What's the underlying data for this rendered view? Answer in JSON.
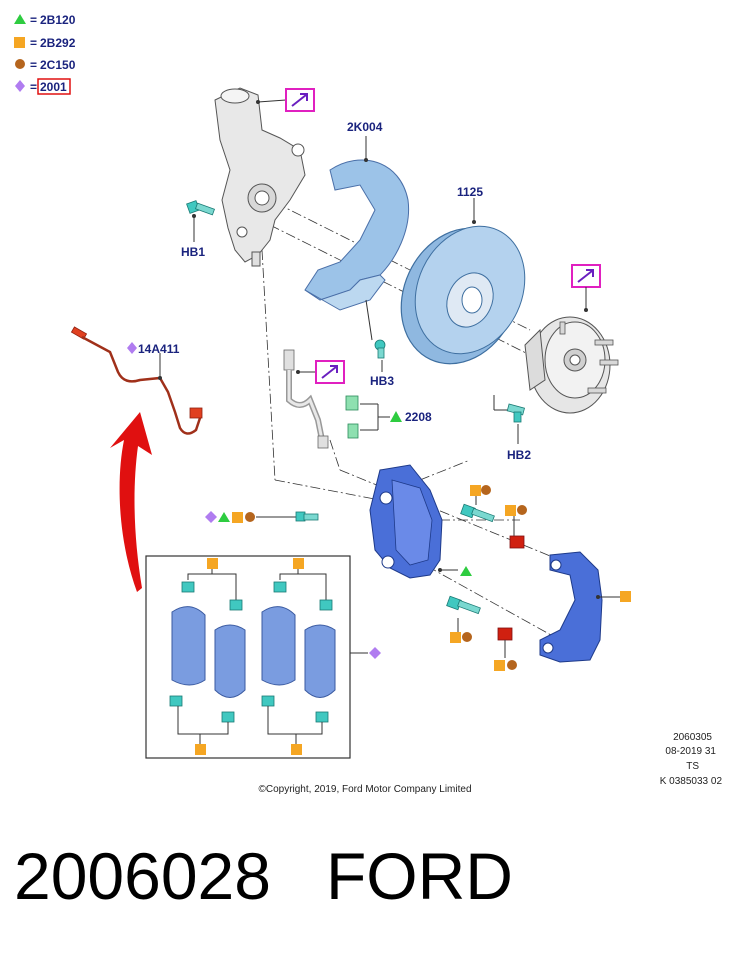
{
  "legend": [
    {
      "symbol": "green-triangle",
      "eq": "=",
      "code": "2B120"
    },
    {
      "symbol": "orange-square",
      "eq": "=",
      "code": "2B292"
    },
    {
      "symbol": "brown-circle",
      "eq": "=",
      "code": "2C150"
    },
    {
      "symbol": "purple-diamond",
      "eq": "=",
      "code": "2001"
    }
  ],
  "labels": {
    "shield": "2K004",
    "rotor": "1125",
    "hb1": "HB1",
    "hb2": "HB2",
    "hb3": "HB3",
    "sensor": "14A411",
    "bleed_valve": "2208"
  },
  "ref_block": {
    "line1": "2060305",
    "line2": "08-2019 31",
    "line3": "TS",
    "line4": "K 0385033 02"
  },
  "copyright": "©Copyright, 2019, Ford Motor Company Limited",
  "caption": "2006028   FORD",
  "colors": {
    "label_blue": "#1a237e",
    "green": "#2ecc40",
    "orange": "#f5a623",
    "brown": "#b5651d",
    "purple": "#b07cf0",
    "magenta": "#e020c0",
    "red_arrow": "#e01010",
    "part_blue": "#4a6fd8",
    "rotor_blue": "#8fb8e0",
    "teal": "#40c8c0"
  }
}
